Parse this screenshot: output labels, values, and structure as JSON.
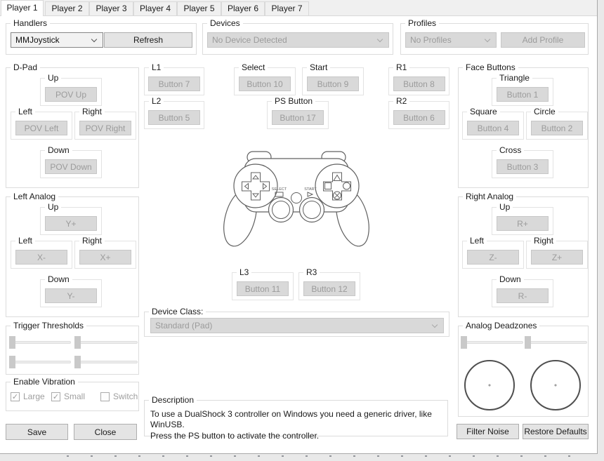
{
  "icons": {
    "checkmark": "✓",
    "dropdown_chevron": "⌄"
  },
  "tabs": {
    "active": "Player 1",
    "items": [
      {
        "label": "Player 1"
      },
      {
        "label": "Player 2"
      },
      {
        "label": "Player 3"
      },
      {
        "label": "Player 4"
      },
      {
        "label": "Player 5"
      },
      {
        "label": "Player 6"
      },
      {
        "label": "Player 7"
      }
    ]
  },
  "handlers": {
    "title": "Handlers",
    "selected": "MMJoystick",
    "refresh_label": "Refresh"
  },
  "devices": {
    "title": "Devices",
    "selected": "No Device Detected"
  },
  "profiles": {
    "title": "Profiles",
    "selected": "No Profiles",
    "add_label": "Add Profile"
  },
  "dpad": {
    "title": "D-Pad",
    "up": {
      "label": "Up",
      "binding": "POV Up"
    },
    "left": {
      "label": "Left",
      "binding": "POV Left"
    },
    "right": {
      "label": "Right",
      "binding": "POV Right"
    },
    "down": {
      "label": "Down",
      "binding": "POV Down"
    }
  },
  "left_analog": {
    "title": "Left Analog",
    "up": {
      "label": "Up",
      "binding": "Y+"
    },
    "left": {
      "label": "Left",
      "binding": "X-"
    },
    "right": {
      "label": "Right",
      "binding": "X+"
    },
    "down": {
      "label": "Down",
      "binding": "Y-"
    }
  },
  "right_analog": {
    "title": "Right Analog",
    "up": {
      "label": "Up",
      "binding": "R+"
    },
    "left": {
      "label": "Left",
      "binding": "Z-"
    },
    "right": {
      "label": "Right",
      "binding": "Z+"
    },
    "down": {
      "label": "Down",
      "binding": "R-"
    }
  },
  "face_buttons": {
    "title": "Face Buttons",
    "triangle": {
      "label": "Triangle",
      "binding": "Button 1"
    },
    "square": {
      "label": "Square",
      "binding": "Button 4"
    },
    "circle": {
      "label": "Circle",
      "binding": "Button 2"
    },
    "cross": {
      "label": "Cross",
      "binding": "Button 3"
    }
  },
  "buttons_map": {
    "l1": {
      "label": "L1",
      "binding": "Button 7"
    },
    "l2": {
      "label": "L2",
      "binding": "Button 5"
    },
    "select": {
      "label": "Select",
      "binding": "Button 10"
    },
    "start": {
      "label": "Start",
      "binding": "Button 9"
    },
    "ps": {
      "label": "PS Button",
      "binding": "Button 17"
    },
    "r1": {
      "label": "R1",
      "binding": "Button 8"
    },
    "r2": {
      "label": "R2",
      "binding": "Button 6"
    },
    "l3": {
      "label": "L3",
      "binding": "Button 11"
    },
    "r3": {
      "label": "R3",
      "binding": "Button 12"
    }
  },
  "device_class": {
    "title": "Device Class:",
    "selected": "Standard (Pad)"
  },
  "trigger_thresholds": {
    "title": "Trigger Thresholds"
  },
  "enable_vibration": {
    "title": "Enable Vibration",
    "large": {
      "label": "Large",
      "checked": true
    },
    "small": {
      "label": "Small",
      "checked": true
    },
    "switch": {
      "label": "Switch",
      "checked": false
    }
  },
  "analog_deadzones": {
    "title": "Analog Deadzones"
  },
  "description": {
    "title": "Description",
    "line1": "To use a DualShock 3 controller on Windows you need a generic driver, like WinUSB.",
    "line2": "Press the PS button to activate the controller."
  },
  "footer": {
    "save": "Save",
    "close": "Close",
    "filter_noise": "Filter Noise",
    "restore_defaults": "Restore Defaults"
  },
  "controller_graphic": {
    "select_label": "SELECT",
    "start_label": "START"
  }
}
